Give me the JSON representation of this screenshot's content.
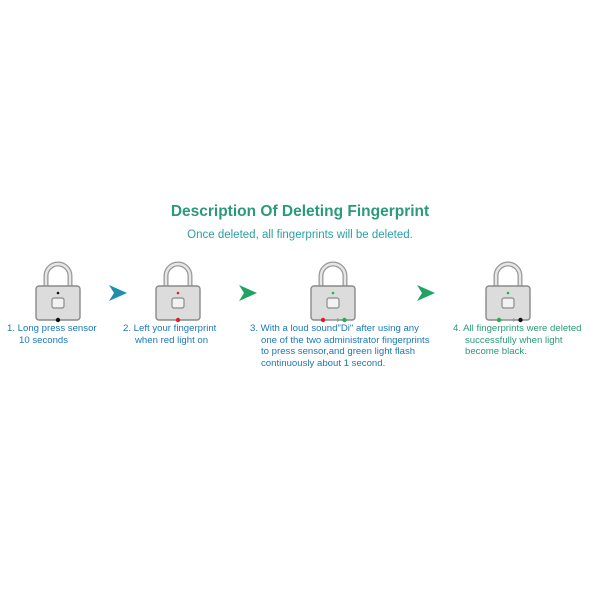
{
  "header": {
    "title": "Description Of Deleting Fingerprint",
    "subtitle": "Once deleted, all fingerprints will be deleted."
  },
  "steps": [
    {
      "lines": [
        "1. Long press sensor",
        "10 seconds"
      ],
      "lock_dot_color": "#111111",
      "indicator": [
        "#111111"
      ]
    },
    {
      "lines": [
        "2. Left your fingerprint",
        "when red light on"
      ],
      "lock_dot_color": "#e02020",
      "indicator": [
        "#e02020"
      ]
    },
    {
      "lines": [
        "3. With a loud sound\"Di\" after using any",
        "one of the two administrator fingerprints",
        "to press sensor,and green light flash",
        "continuously about 1 second."
      ],
      "lock_dot_color": "#22b04a",
      "indicator": [
        "#e02020",
        "#22b04a"
      ]
    },
    {
      "lines": [
        "4. All fingerprints were deleted",
        "successfully when light",
        "become black."
      ],
      "lock_dot_color": "#22b04a",
      "indicator": [
        "#22b04a",
        "#111111"
      ]
    }
  ],
  "colors": {
    "title": "#2a9a78",
    "subtitle": "#2aa0a2",
    "step_text_blue": "#1a78b8",
    "step_text_green": "#2a9a78",
    "arrow_blue": "#1f8fae",
    "arrow_green": "#22a264",
    "lock_body": "#dcdcdc",
    "lock_outline": "#8a8a8a"
  },
  "icons": {
    "lock": "padlock-icon",
    "arrow": "arrow-right-icon"
  }
}
